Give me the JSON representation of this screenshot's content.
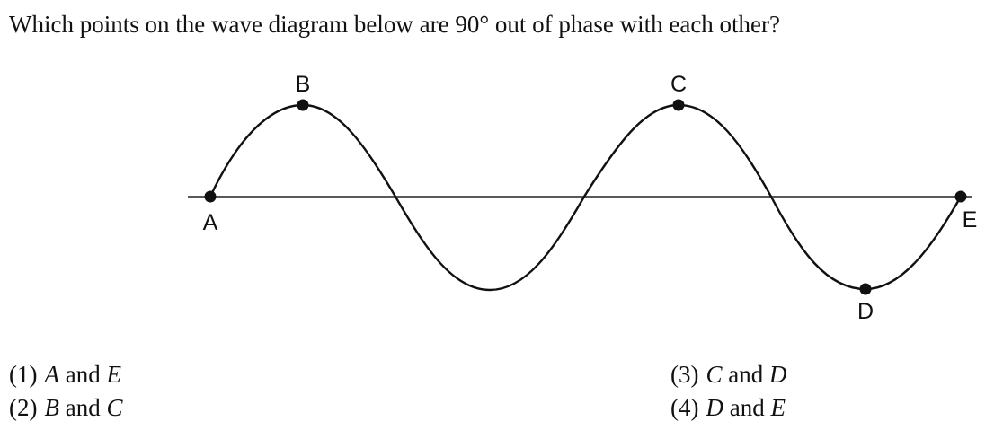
{
  "question": "Which points on the wave diagram below are 90° out of phase with each other?",
  "diagram": {
    "points": [
      {
        "id": "A",
        "label": "A"
      },
      {
        "id": "B",
        "label": "B"
      },
      {
        "id": "C",
        "label": "C"
      },
      {
        "id": "D",
        "label": "D"
      },
      {
        "id": "E",
        "label": "E"
      }
    ]
  },
  "choices": [
    {
      "number": "(1)",
      "first": "A",
      "and": "and",
      "second": "E"
    },
    {
      "number": "(2)",
      "first": "B",
      "and": "and",
      "second": "C"
    },
    {
      "number": "(3)",
      "first": "C",
      "and": "and",
      "second": "D"
    },
    {
      "number": "(4)",
      "first": "D",
      "and": "and",
      "second": "E"
    }
  ]
}
